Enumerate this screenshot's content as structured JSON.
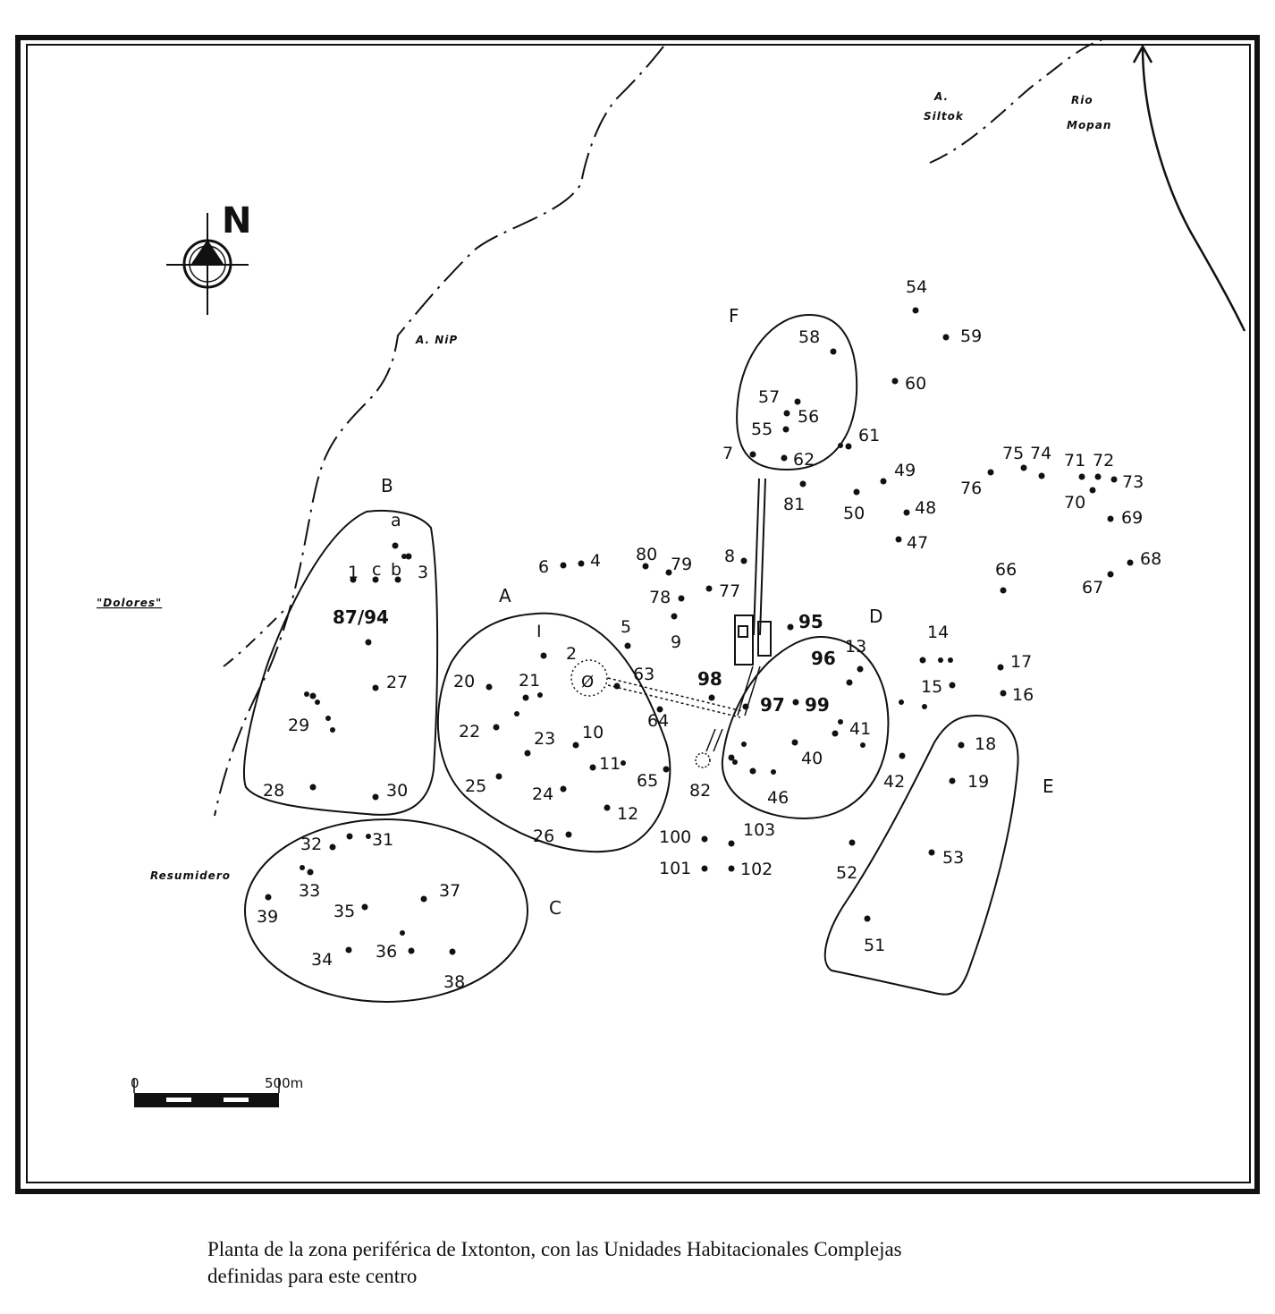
{
  "map": {
    "north_label": "N",
    "scale": {
      "start_label": "0",
      "end_label": "500m"
    },
    "place_labels": {
      "a_nip": "A. NiP",
      "a_siltok_line1": "A.",
      "a_siltok_line2": "Siltok",
      "rio_mopan_line1": "Rio",
      "rio_mopan_line2": "Mopan",
      "dolores": "\"Dolores\"",
      "resumidero": "Resumidero"
    },
    "zones": [
      "A",
      "B",
      "C",
      "D",
      "E",
      "F"
    ],
    "misc_labels": {
      "zone_a_group": "I"
    },
    "sites": [
      "1",
      "2",
      "3",
      "4",
      "5",
      "6",
      "7",
      "8",
      "9",
      "10",
      "11",
      "12",
      "13",
      "14",
      "15",
      "16",
      "17",
      "18",
      "19",
      "20",
      "21",
      "22",
      "23",
      "24",
      "25",
      "26",
      "27",
      "28",
      "29",
      "30",
      "31",
      "32",
      "33",
      "34",
      "35",
      "36",
      "37",
      "38",
      "39",
      "40",
      "41",
      "42",
      "46",
      "47",
      "48",
      "49",
      "50",
      "51",
      "52",
      "53",
      "54",
      "55",
      "56",
      "57",
      "58",
      "59",
      "60",
      "61",
      "62",
      "63",
      "64",
      "65",
      "66",
      "67",
      "68",
      "69",
      "70",
      "71",
      "72",
      "73",
      "74",
      "75",
      "76",
      "77",
      "78",
      "79",
      "80",
      "81",
      "82",
      "87/94",
      "95",
      "96",
      "97",
      "98",
      "99",
      "100",
      "101",
      "102",
      "103",
      "a",
      "b",
      "c"
    ],
    "bold_sites": [
      "87/94",
      "95",
      "96",
      "97",
      "98",
      "99"
    ]
  },
  "caption": {
    "line1": "Planta de la zona periférica de Ixtonton, con las Unidades Habitacionales Complejas",
    "line2": "definidas para este centro"
  }
}
